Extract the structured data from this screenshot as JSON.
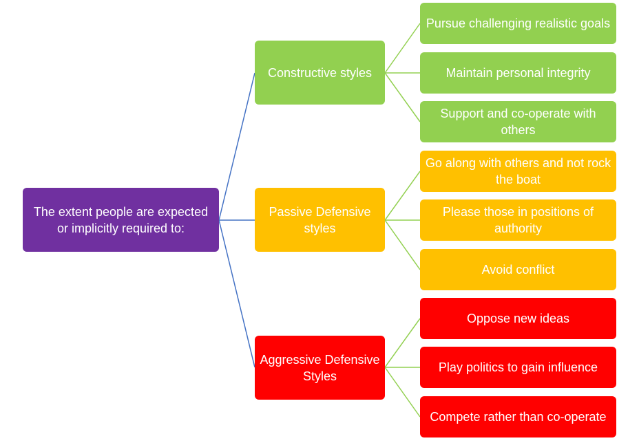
{
  "colors": {
    "root": "#7030A0",
    "constructive": "#92D050",
    "passive": "#FFC000",
    "aggressive": "#FF0000",
    "connector_root": "#4472C4",
    "connector_constructive": "#92D050",
    "connector_passive": "#FFC000",
    "connector_aggressive": "#FF0000"
  },
  "root": {
    "label": "The extent people are expected or implicitly required to:"
  },
  "categories": [
    {
      "label": "Constructive styles",
      "items": [
        "Pursue challenging realistic goals",
        "Maintain personal integrity",
        "Support and co-operate with others"
      ]
    },
    {
      "label": "Passive Defensive styles",
      "items": [
        "Go along with others and not rock the boat",
        "Please those in positions of authority",
        "Avoid conflict"
      ]
    },
    {
      "label": "Aggressive Defensive Styles",
      "items": [
        "Oppose new ideas",
        "Play politics to gain influence",
        "Compete rather than co-operate"
      ]
    }
  ]
}
